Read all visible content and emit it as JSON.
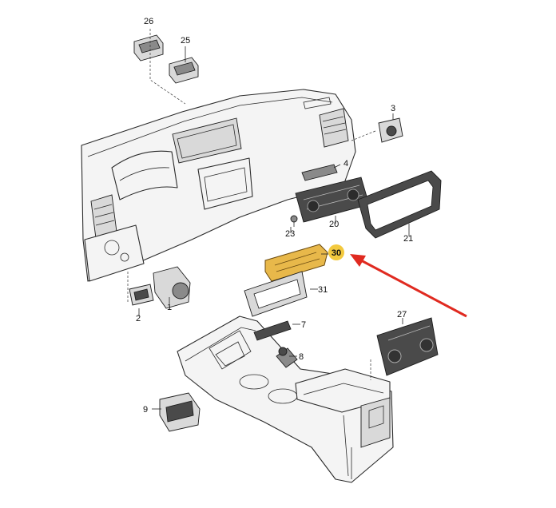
{
  "callouts": {
    "c1": "1",
    "c2": "2",
    "c3": "3",
    "c4": "4",
    "c7": "7",
    "c8": "8",
    "c9": "9",
    "c20": "20",
    "c21": "21",
    "c23": "23",
    "c25": "25",
    "c26": "26",
    "c27": "27",
    "c30": "30",
    "c31": "31"
  },
  "colors": {
    "highlight_part": "#e8b84a",
    "highlight_badge": "#f3c93e",
    "arrow": "#e02a20"
  }
}
